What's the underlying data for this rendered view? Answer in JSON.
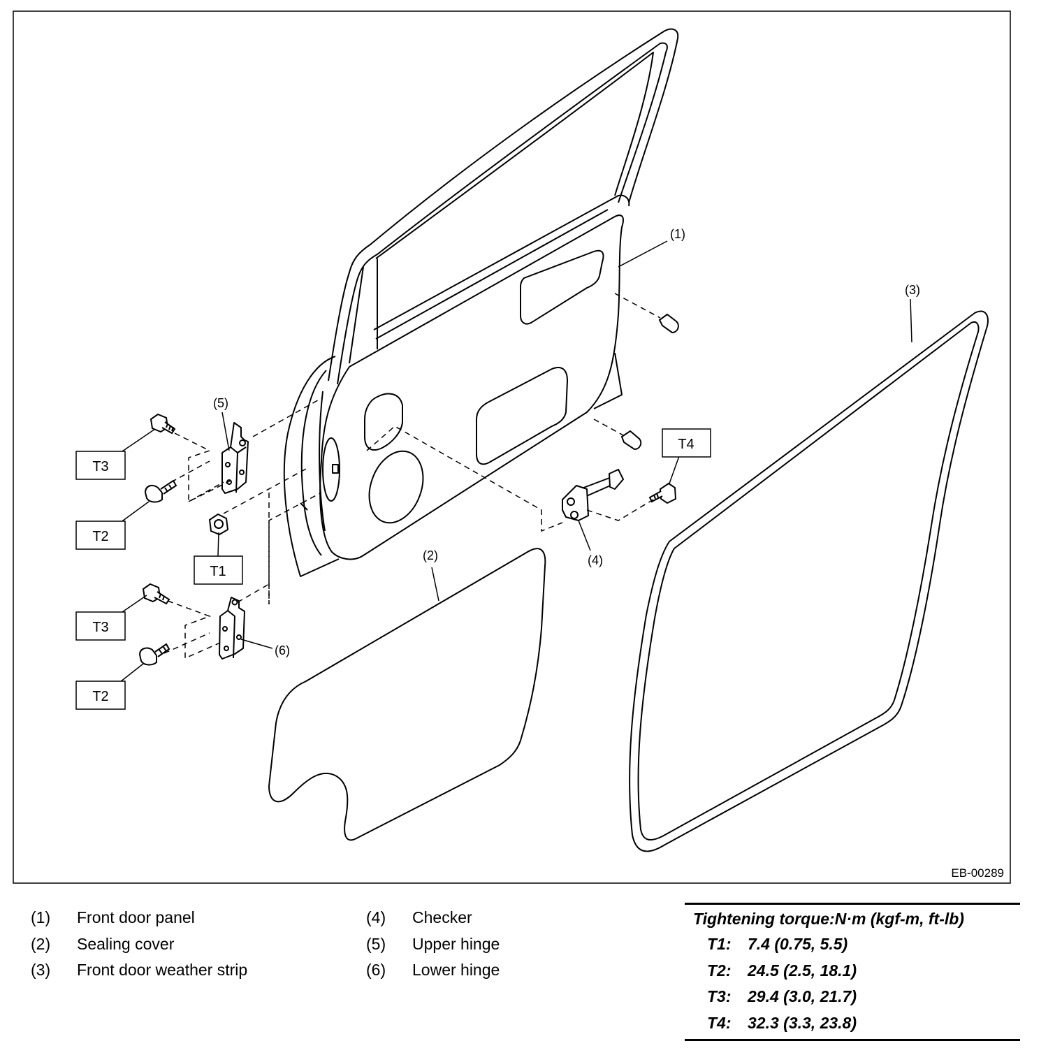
{
  "figure_id": "EB-00289",
  "callouts": {
    "c1": "(1)",
    "c2": "(2)",
    "c3": "(3)",
    "c4": "(4)",
    "c5": "(5)",
    "c6": "(6)"
  },
  "torque_boxes": {
    "t3_upper": "T3",
    "t2_upper": "T2",
    "t1": "T1",
    "t4": "T4",
    "t3_lower": "T3",
    "t2_lower": "T2"
  },
  "legend": {
    "left": [
      {
        "num": "(1)",
        "label": "Front door panel"
      },
      {
        "num": "(2)",
        "label": "Sealing cover"
      },
      {
        "num": "(3)",
        "label": "Front door weather strip"
      }
    ],
    "right": [
      {
        "num": "(4)",
        "label": "Checker"
      },
      {
        "num": "(5)",
        "label": "Upper hinge"
      },
      {
        "num": "(6)",
        "label": "Lower hinge"
      }
    ]
  },
  "torque_table": {
    "title": "Tightening torque:N·m (kgf-m, ft-lb)",
    "rows": [
      {
        "id": "T1:",
        "value": "7.4 (0.75, 5.5)"
      },
      {
        "id": "T2:",
        "value": "24.5 (2.5, 18.1)"
      },
      {
        "id": "T3:",
        "value": "29.4 (3.0, 21.7)"
      },
      {
        "id": "T4:",
        "value": "32.3 (3.3, 23.8)"
      }
    ]
  }
}
